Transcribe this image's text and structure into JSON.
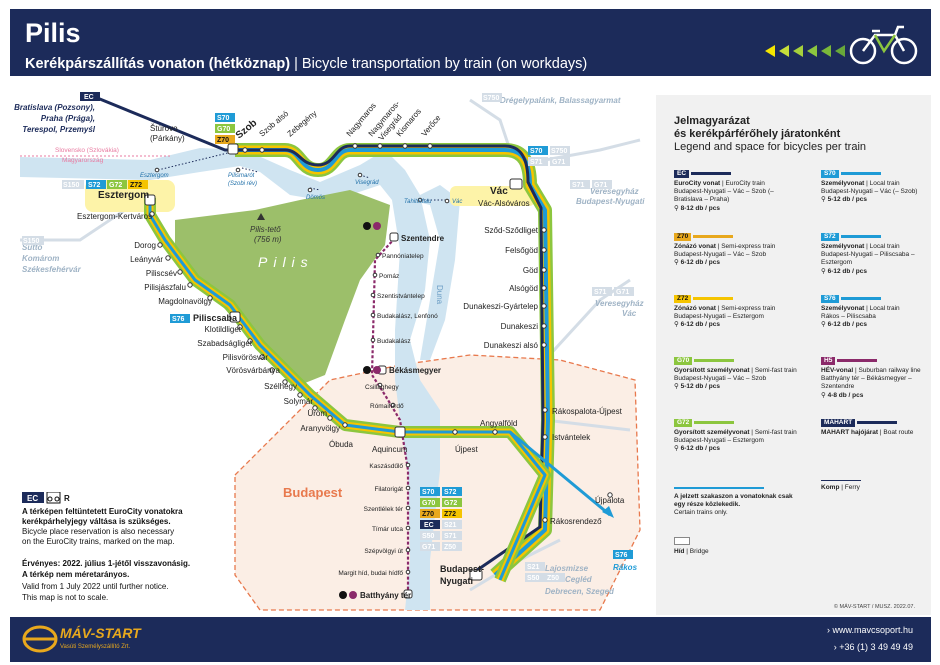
{
  "header": {
    "title": "Pilis",
    "subtitle_bold": "Kerékpárszállítás vonaton (hétköznap)",
    "subtitle_sep": " | ",
    "subtitle_en": "Bicycle transportation by train (on workdays)"
  },
  "colors": {
    "navy": "#1c2b5a",
    "s70": "#1f9bd6",
    "g70": "#8cc63f",
    "z70": "#e8a81d",
    "z72": "#f5c400",
    "hev": "#8b2a6a",
    "ec": "#1c2b5a",
    "pilis_green": "#9cbf6a",
    "danube": "#cfe4f1",
    "grey_line": "#d4dde6"
  },
  "map": {
    "region_label": "Pilis",
    "peak": "Pilis-tető",
    "peak_height": "(756 m)",
    "budapest": "Budapest",
    "danube": "Duna",
    "border_sk": "Slovensko (Szlovákia)",
    "border_hu": "Magyarország",
    "destinations": {
      "bratislava": [
        "Bratislava (Pozsony),",
        "Praha (Prága),",
        "Terespol, Przemyśl"
      ],
      "dregely": "Drégelypalánk, Balassagyarmat",
      "veresegyhaz": [
        "Veresegyház",
        "Budapest-Nyugati"
      ],
      "veresegyhaz_vac": [
        "Veresegyház",
        "Vác"
      ],
      "sutto": [
        "Süttő",
        "Komárom",
        "Székesfehérvár"
      ],
      "lajosmizse": "Lajosmizse",
      "cegled": "Cegléd",
      "debrecen": "Debrecen, Szeged",
      "rakos": "Rákos"
    },
    "route_codes": {
      "s150": "S150",
      "s72": "S72",
      "g72": "G72",
      "z72": "Z72",
      "s70": "S70",
      "g70": "G70",
      "z70": "Z70",
      "s750": "S750",
      "s71": "S71",
      "g71": "G71",
      "s76": "S76",
      "s21": "S21",
      "s50": "S50",
      "z50": "Z50"
    },
    "stations": {
      "sturovo": [
        "Štúrovo",
        "(Párkány)"
      ],
      "szob": "Szob",
      "szob_also": "Szob alsó",
      "zebegeny": "Zebegény",
      "nagymaros": "Nagymaros",
      "nagymaros_visegrad": [
        "Nagymaros-",
        "Visegrád"
      ],
      "kismaros": "Kismaros",
      "veroce": "Verőce",
      "esztergom": "Esztergom",
      "esztergom_kertvaros": "Esztergom-Kertváros",
      "dorog": "Dorog",
      "leanyvar": "Leányvár",
      "piliscsev": "Piliscsév",
      "pilisjaszfalu": "Pilisjászfalu",
      "magdolnavolgy": "Magdolnavölgy",
      "piliscsaba": "Piliscsaba",
      "klotildliget": "Klotildliget",
      "szabadsagliget": "Szabadságliget",
      "pilisvorosvar": "Pilisvörösvár",
      "vorosvarbanya": "Vörösvárbánya",
      "szelhegy": "Szélhegy",
      "solymar": "Solymár",
      "urom": "Üröm",
      "aranyvolgy": "Aranyvölgy",
      "obuda": "Óbuda",
      "aquincum": "Aquincum",
      "ujpest": "Újpest",
      "angyalfold": "Angyalföld",
      "vac": "Vác",
      "vac_alsovaros": "Vác-Alsóváros",
      "sződ": "Sződ-Sződliget",
      "felsogod": "Felsőgöd",
      "god": "Göd",
      "alsogod": "Alsógöd",
      "dunakeszi_gyartelep": "Dunakeszi-Gyártelep",
      "dunakeszi": "Dunakeszi",
      "dunakeszi_also": "Dunakeszi alsó",
      "rakospalota": "Rákospalota-Újpest",
      "istvantelek": "Istvántelek",
      "ujpalota": "Újpalota",
      "rakosrendezo": "Rákosrendező",
      "bp_nyugati": [
        "Budapest-",
        "Nyugati"
      ],
      "szentendre": "Szentendre",
      "pannoniatelep": "Pannóniatelep",
      "pomaz": "Pomáz",
      "szentistvantelep": "Szentistvántelep",
      "budakalasz_lenfono": "Budakalász, Lenfonó",
      "budakalasz": "Budakalász",
      "bekasmegyer": "Békásmegyer",
      "csillaghegy": "Csillaghegy",
      "romaifurdo": "Rómaifürdő",
      "kaszasdulo": "Kaszásdűlő",
      "filatorigat": "Filatorigát",
      "szentlelek_ter": "Szentlélek tér",
      "timar_utca": "Tímár utca",
      "szepvolgyi_ut": "Szépvölgyi út",
      "margit_hid": "Margit híd, budai hídfő",
      "batthyany_ter": "Batthyány tér",
      "pilismarot": [
        "Pilismarót",
        "(Szobi rév)"
      ],
      "domos": "Dömös",
      "visegrad": "Visegrád",
      "tahitotfalu": "Tahitótfalu",
      "vac_hajo": "Vác",
      "esztergom_port": "Esztergom"
    }
  },
  "legend": {
    "title_hu_1": "Jelmagyarázat",
    "title_hu_2": "és kerékpárférőhely járatonként",
    "title_en": "Legend and space for bicycles per train",
    "items": [
      {
        "code": "EC",
        "name": "EuroCity vonat",
        "name_en": "EuroCity train",
        "route": "Budapest-Nyugati – Vác – Szob (– Bratislava – Praha)",
        "cap": "8-12 db / pcs",
        "color": "#1c2b5a"
      },
      {
        "code": "S70",
        "name": "Személyvonat",
        "name_en": "Local train",
        "route": "Budapest-Nyugati – Vác (– Szob)",
        "cap": "5-12 db / pcs",
        "color": "#1f9bd6"
      },
      {
        "code": "Z70",
        "name": "Zónázó vonat",
        "name_en": "Semi-express train",
        "route": "Budapest-Nyugati – Vác – Szob",
        "cap": "6-12 db / pcs",
        "color": "#e8a81d"
      },
      {
        "code": "S72",
        "name": "Személyvonat",
        "name_en": "Local train",
        "route": "Budapest-Nyugati – Piliscsaba – Esztergom",
        "cap": "6-12 db / pcs",
        "color": "#1f9bd6"
      },
      {
        "code": "Z72",
        "name": "Zónázó vonat",
        "name_en": "Semi-express train",
        "route": "Budapest-Nyugati – Esztergom",
        "cap": "6-12 db / pcs",
        "color": "#f5c400"
      },
      {
        "code": "S76",
        "name": "Személyvonat",
        "name_en": "Local train",
        "route": "Rákos – Piliscsaba",
        "cap": "6-12 db / pcs",
        "color": "#1f9bd6"
      },
      {
        "code": "G70",
        "name": "Gyorsított személyvonat",
        "name_en": "Semi-fast train",
        "route": "Budapest-Nyugati – Vác – Szob",
        "cap": "5-12 db / pcs",
        "color": "#8cc63f"
      },
      {
        "code": "H5",
        "name": "HÉV-vonal",
        "name_en": "Suburban railway line",
        "route": "Batthyány tér – Békásmegyer – Szentendre",
        "cap": "4-8 db / pcs",
        "color": "#8b2a6a"
      },
      {
        "code": "G72",
        "name": "Gyorsított személyvonat",
        "name_en": "Semi-fast train",
        "route": "Budapest-Nyugati – Esztergom",
        "cap": "6-12 db / pcs",
        "color": "#8cc63f"
      },
      {
        "code": "MAHART",
        "name": "MAHART hajójárat",
        "name_en": "Boat route",
        "route": "",
        "cap": "",
        "color": "#1c2b5a"
      }
    ],
    "partial_hu": "A jelzett szakaszon a vonatoknak csak egy része közlekedik.",
    "partial_en": "Certain trains only.",
    "bridge": "Híd",
    "bridge_en": "Bridge",
    "ferry": "Komp",
    "ferry_en": "Ferry",
    "copyright": "© MÁV-START / MUSZ. 2022.07."
  },
  "notes": {
    "reservation_hu_1": "A térképen feltüntetett EuroCity vonatokra",
    "reservation_hu_2": "kerékpárhelyjegy váltása is szükséges.",
    "reservation_en_1": "Bicycle place reservation is also necessary",
    "reservation_en_2": "on the EuroCity trains, marked on the map.",
    "validity_hu": "Érvényes: 2022. július 1-jétől visszavonásig.",
    "scale_hu": "A térkép nem méretarányos.",
    "validity_en": "Valid from 1 July 2022 until further notice.",
    "scale_en": "This map is not to scale."
  },
  "footer": {
    "brand": "MÁV-START",
    "brand_sub": "Vasúti Személyszállító Zrt.",
    "web": "www.mavcsoport.hu",
    "phone": "+36 (1) 3 49 49 49"
  }
}
